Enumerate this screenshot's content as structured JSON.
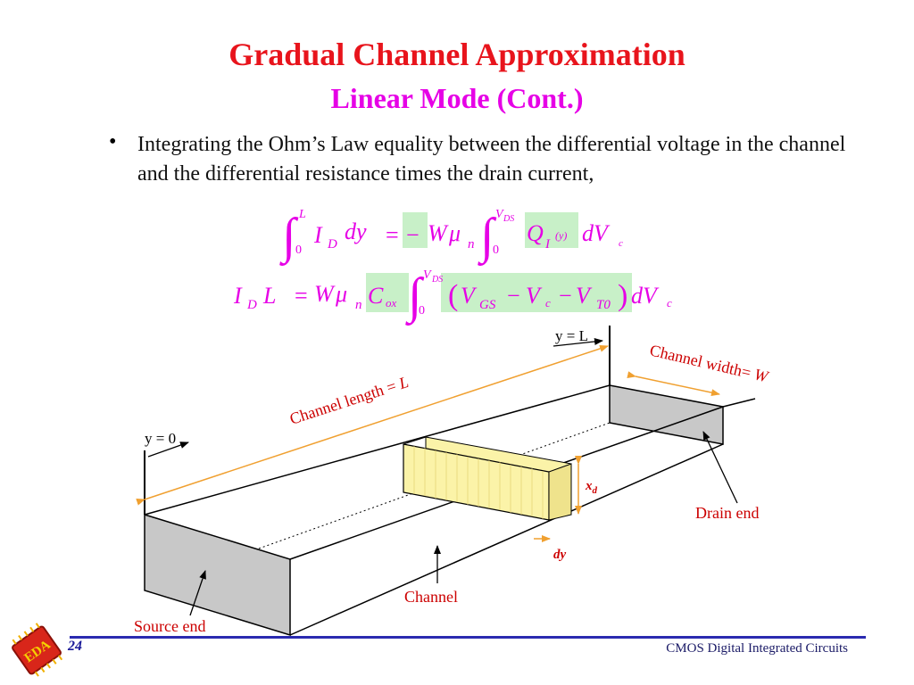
{
  "slide": {
    "title_line1": "Gradual Channel Approximation",
    "title_line2": "Linear Mode (Cont.)",
    "bullet": "Integrating the Ohm’s Law equality between the differential voltage in the channel and the differential resistance times the drain current,",
    "bullet_symbol": "•"
  },
  "equations": {
    "eq1": {
      "int_upper1": "L",
      "int_lower1": "0",
      "lhs_I": "I",
      "lhs_D": "D",
      "lhs_dy": "dy",
      "equals": "=",
      "minus": "−",
      "W": "W",
      "mu": "μ",
      "n": "n",
      "int_upper2_V": "V",
      "int_upper2_sub": "DS",
      "int_lower2": "0",
      "Q": "Q",
      "Q_sub": "I",
      "Q_arg": "(y)",
      "dV": "dV",
      "dV_sub": "c"
    },
    "eq2": {
      "I": "I",
      "D": "D",
      "L": "L",
      "equals": "=",
      "W": "W",
      "mu": "μ",
      "n": "n",
      "C": "C",
      "ox": "ox",
      "int_upper_V": "V",
      "int_upper_sub": "DS",
      "int_lower": "0",
      "lparen": "(",
      "V_GS": "V",
      "GS": "GS",
      "minus1": "−",
      "V_c": "V",
      "c": "c",
      "minus2": "−",
      "V_T": "V",
      "T0": "T0",
      "rparen": ")",
      "dV": "dV",
      "dV_sub": "c"
    },
    "highlight_color": "#c8f0c8",
    "math_color": "#e600e6"
  },
  "diagram": {
    "label_y_L": "y = L",
    "label_y_0": "y = 0",
    "channel_length": "Channel length = ",
    "channel_length_var": "L",
    "channel_width": "Channel width= ",
    "channel_width_var": "W",
    "xd_x": "x",
    "xd_sub": "d",
    "dy": "dy",
    "drain_end": "Drain end",
    "channel": "Channel",
    "source_end": "Source end",
    "colors": {
      "accent_red": "#cc0000",
      "arrow_orange": "#f0a030",
      "end_gray": "#c8c8c8",
      "slab_yellow": "#fbf3a8"
    }
  },
  "footer": {
    "page_number": "24",
    "course": "CMOS Digital Integrated Circuits",
    "logo_text": "EDA",
    "rule_color": "#2a2ab0"
  }
}
